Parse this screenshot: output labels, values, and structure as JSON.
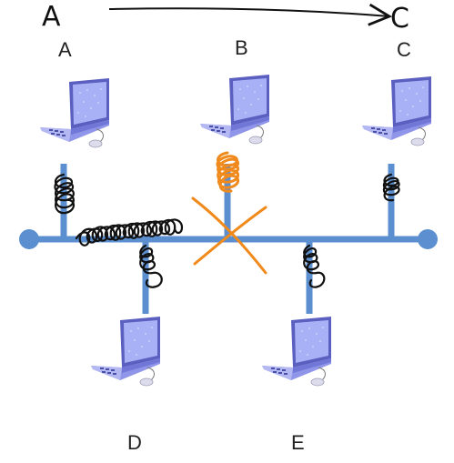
{
  "header": {
    "from_label": "A",
    "to_label": "C"
  },
  "nodes": {
    "a": {
      "label": "A"
    },
    "b": {
      "label": "B"
    },
    "c": {
      "label": "C"
    },
    "d": {
      "label": "D"
    },
    "e": {
      "label": "E"
    }
  },
  "colors": {
    "bus": "#5b8fd0",
    "laptop_body": "#8f95e8",
    "laptop_dark": "#5a5fc0",
    "screen": "#a8b0f5",
    "scribble_ink": "#111111",
    "collision_mark": "#f08a1c"
  }
}
